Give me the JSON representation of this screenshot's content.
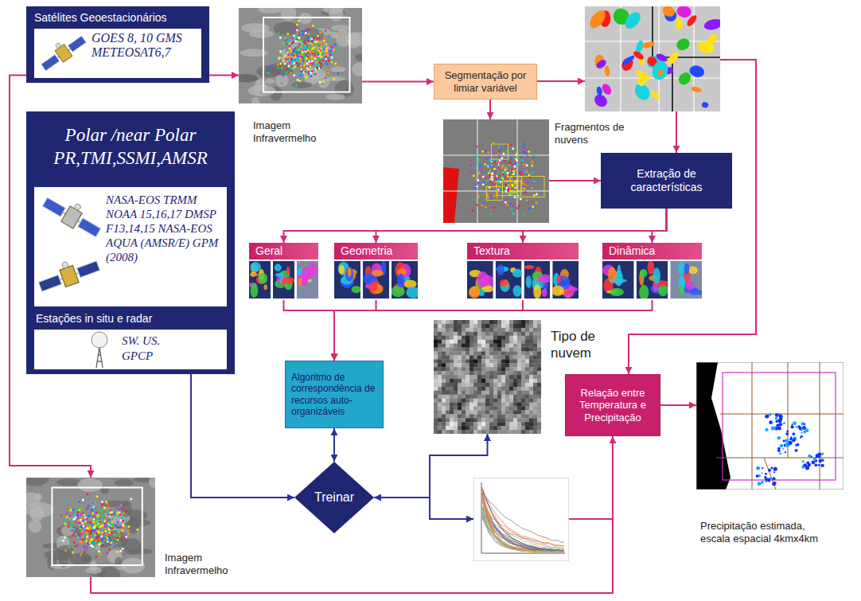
{
  "diagram": {
    "nodes": [
      {
        "text": [
          "Satélites Geoestacionários",
          "GOES 8, 10 GMS METEOSAT6,7"
        ]
      },
      {
        "text": [
          "Imagem Infravermelho"
        ]
      },
      {
        "text": [
          "Segmentação por limiar variável"
        ]
      },
      {
        "text": [
          "Fragmentos de nuvens"
        ]
      },
      {
        "text": [
          "Extração de características"
        ]
      },
      {
        "text": [
          "Polar /near Polar PR,TMI,SSMI,AMSR",
          "NASA-EOS TRMM NOAA 15,16,17 DMSP F13,14,15 NASA-EOS AQUA (AMSR/E) GPM (2008)",
          "Estações in situ e radar",
          "SW. US. GPCP"
        ]
      },
      {
        "text": [
          "Geral"
        ]
      },
      {
        "text": [
          "Geometria"
        ]
      },
      {
        "text": [
          "Textura"
        ]
      },
      {
        "text": [
          "Dinâmica"
        ]
      },
      {
        "text": [
          "Algoritmo de correspondência de recursos auto-organizáveis"
        ]
      },
      {
        "text": [
          "Tipo de nuvem"
        ]
      },
      {
        "text": [
          "Relação entre Temperatura e Precipitação"
        ]
      },
      {
        "text": [
          "Precipitação estimada, escala espacial 4kmx4km"
        ]
      },
      {
        "text": [
          "Imagem Infravermelho"
        ]
      },
      {
        "text": [
          "Treinar"
        ]
      }
    ],
    "edges": [
      {
        "from": 0,
        "to": 1,
        "arrow": "to"
      },
      {
        "from": 1,
        "to": 2,
        "arrow": "to"
      },
      {
        "from": 2,
        "to": 3,
        "arrow": "to"
      },
      {
        "from": 3,
        "to": 4,
        "arrow": "to"
      },
      {
        "from": 4,
        "to": 6,
        "arrow": "to"
      },
      {
        "from": 4,
        "to": 7,
        "arrow": "to"
      },
      {
        "from": 4,
        "to": 8,
        "arrow": "to"
      },
      {
        "from": 4,
        "to": 9,
        "arrow": "to"
      },
      {
        "from": 6,
        "to": 10,
        "arrow": "to"
      },
      {
        "from": 7,
        "to": 10,
        "arrow": "to"
      },
      {
        "from": 8,
        "to": 10,
        "arrow": "to"
      },
      {
        "from": 9,
        "to": 10,
        "arrow": "to"
      },
      {
        "from": 10,
        "to": 15,
        "arrow": "both"
      },
      {
        "from": 15,
        "to": 11,
        "arrow": "both"
      },
      {
        "from": 5,
        "to": 15,
        "arrow": "to"
      },
      {
        "from": 0,
        "to": 14,
        "arrow": "to"
      },
      {
        "from": 14,
        "to": 12,
        "arrow": "to"
      },
      {
        "from": 12,
        "to": 13,
        "arrow": "to"
      }
    ]
  }
}
